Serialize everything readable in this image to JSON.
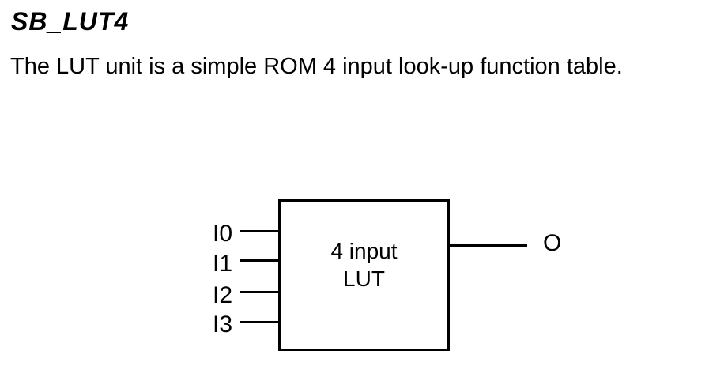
{
  "title": "SB_LUT4",
  "description": "The LUT unit is a simple ROM 4 input look-up function table.",
  "diagram": {
    "box_label_line1": "4 input",
    "box_label_line2": "LUT",
    "inputs": [
      {
        "label": "I0"
      },
      {
        "label": "I1"
      },
      {
        "label": "I2"
      },
      {
        "label": "I3"
      }
    ],
    "output": {
      "label": "O"
    },
    "colors": {
      "line": "#000000",
      "text": "#000000",
      "background": "#ffffff"
    }
  }
}
